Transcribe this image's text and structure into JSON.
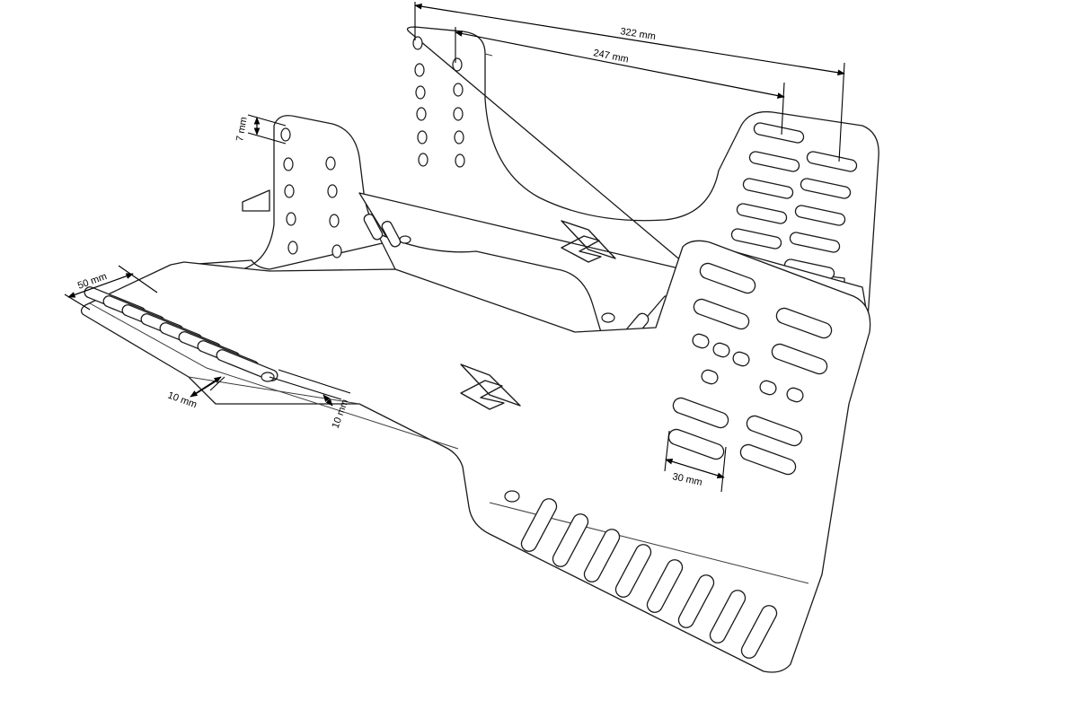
{
  "dimensions": {
    "width_outer": "322 mm",
    "width_inner": "247 mm",
    "hole_height": "7 mm",
    "slot_length": "50 mm",
    "slot_spacing": "10 mm",
    "slot_width": "10 mm",
    "slot_pitch": "30 mm"
  },
  "colors": {
    "line": "#1a1a1a",
    "background": "#ffffff"
  },
  "icons": [
    "brand-logo"
  ]
}
